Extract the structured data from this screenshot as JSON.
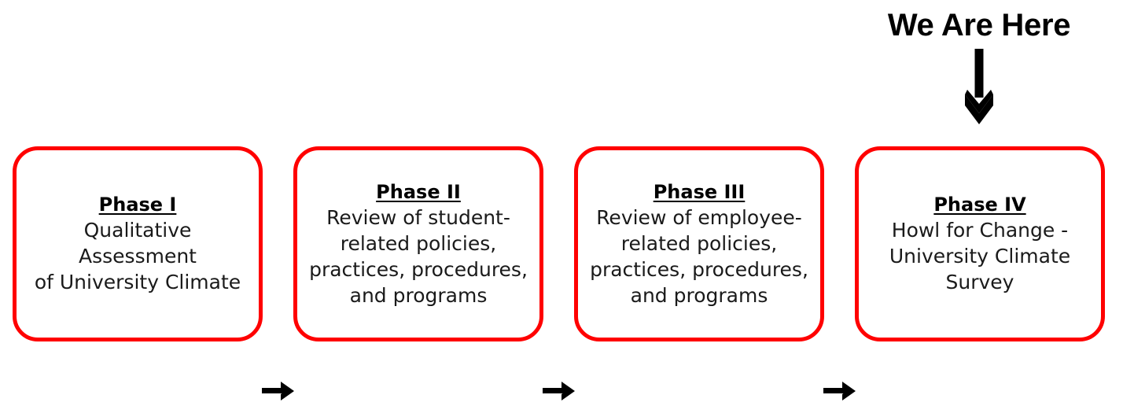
{
  "annotation": {
    "label": "We Are Here",
    "arrow_icon": "down-arrow-icon",
    "color": "#000000"
  },
  "theme": {
    "box_border_color": "#FF0000",
    "box_fill_color": "#FFFFFF",
    "text_color": "#000000",
    "arrow_color": "#000000"
  },
  "flow": {
    "connector_icon": "right-arrow-icon",
    "phases": [
      {
        "title": "Phase I",
        "body": "Qualitative Assessment\nof University Climate"
      },
      {
        "title": "Phase II",
        "body": "Review of student-\nrelated policies,\npractices, procedures,\nand programs"
      },
      {
        "title": "Phase III",
        "body": "Review of employee-\nrelated policies,\npractices, procedures,\nand programs"
      },
      {
        "title": "Phase IV",
        "body": "Howl for Change -\nUniversity Climate\nSurvey"
      }
    ]
  }
}
